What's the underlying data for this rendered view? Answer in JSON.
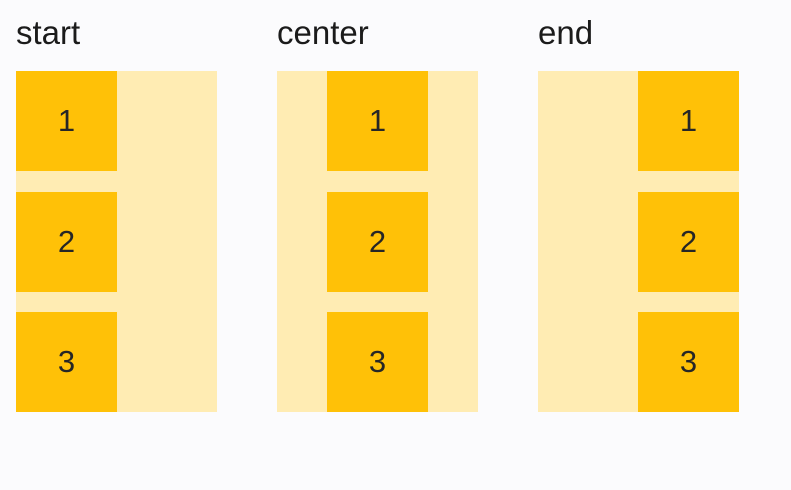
{
  "colors": {
    "page_bg": "#fbfbfd",
    "container_bg": "#ffecb3",
    "item_bg": "#ffc107",
    "label_text": "#1b1b1b",
    "item_text": "#262626"
  },
  "groups": [
    {
      "label": "start",
      "alignment": "start",
      "items": [
        "1",
        "2",
        "3"
      ]
    },
    {
      "label": "center",
      "alignment": "center",
      "items": [
        "1",
        "2",
        "3"
      ]
    },
    {
      "label": "end",
      "alignment": "end",
      "items": [
        "1",
        "2",
        "3"
      ]
    }
  ]
}
